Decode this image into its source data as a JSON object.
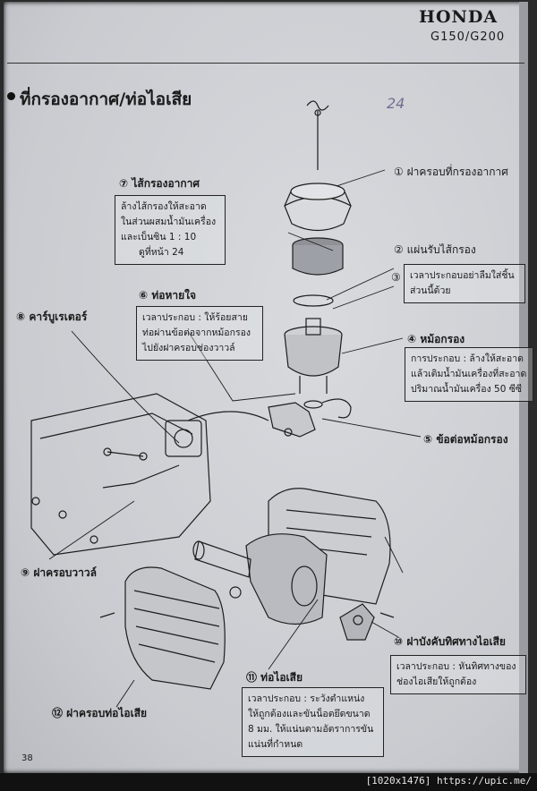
{
  "header": {
    "brand": "HONDA",
    "model": "G150/G200"
  },
  "section_title": "ที่กรองอากาศ/ท่อไอเสีย",
  "pencil_note": "24",
  "labels": {
    "p1": "① ฝาครอบที่กรองอากาศ",
    "p2": "② แผ่นรับไส้กรอง",
    "p3": "③",
    "p4": "④ หม้อกรอง",
    "p5": "⑤ ข้อต่อหม้อกรอง",
    "p6": "⑥ ท่อหายใจ",
    "p7": "⑦ ไส้กรองอากาศ",
    "p8": "⑧ คาร์บูเรเตอร์",
    "p9": "⑨ ฝาครอบวาวล์",
    "p10": "⑩ ฝาบังคับทิศทางไอเสีย",
    "p11": "⑪ ท่อไอเสีย",
    "p12": "⑫ ฝาครอบท่อไอเสีย"
  },
  "notes": {
    "filter": [
      "ล้างไส้กรองให้สะอาด",
      "ในส่วนผสมน้ำมันเครื่อง",
      "และเบ็นซิน 1 : 10",
      "ดูที่หน้า 24"
    ],
    "breather": [
      "เวลาประกอบ : ให้ร้อยสาย",
      "ท่อผ่านข้อต่อจากหม้อกรอง",
      "ไปยังฝาครอบช่องวาวล์"
    ],
    "seat": [
      "เวลาประกอบอย่าลืมใส่ชิ้น",
      "ส่วนนี้ด้วย"
    ],
    "case": [
      "การประกอบ : ล้างให้สะอาด",
      "แล้วเติมน้ำมันเครื่องที่สะอาด",
      "ปริมาณน้ำมันเครื่อง 50 ซีซี"
    ],
    "deflector": [
      "เวลาประกอบ : หันทิศทางของ",
      "ช่องไอเสียให้ถูกต้อง"
    ],
    "muffler": [
      "เวลาประกอบ : ระวังตำแหน่ง",
      "ให้ถูกต้องและขันน็อตยึดขนาด",
      "8 มม. ให้แน่นตามอัตราการขัน",
      "แน่นที่กำหนด"
    ]
  },
  "page_number": "38",
  "watermark": "[1020x1476] https://upic.me/"
}
